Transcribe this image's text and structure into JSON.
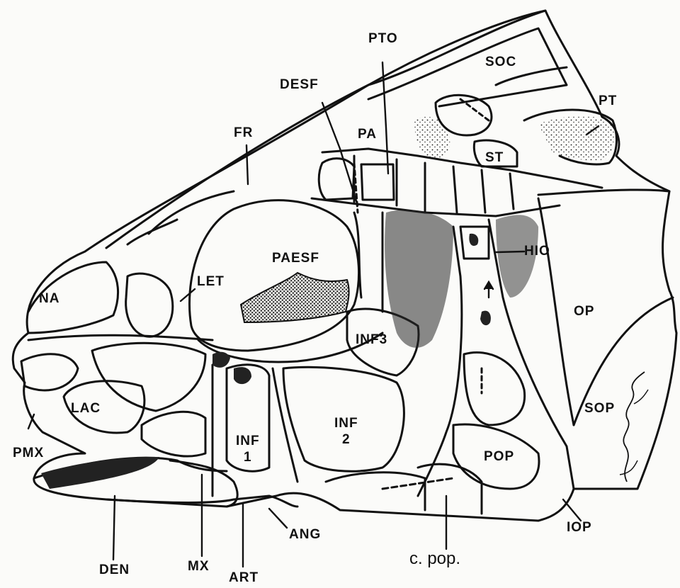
{
  "labels": {
    "soc": "SOC",
    "pto": "PTO",
    "desf": "DESF",
    "pt": "PT",
    "fr": "FR",
    "pa": "PA",
    "st": "ST",
    "hio": "HIO",
    "paesf": "PAESF",
    "let": "LET",
    "na": "NA",
    "op": "OP",
    "inf3": "INF3",
    "lac": "LAC",
    "inf1_a": "INF",
    "inf1_b": "1",
    "inf2_a": "INF",
    "inf2_b": "2",
    "sop": "SOP",
    "pmx": "PMX",
    "pop": "POP",
    "den": "DEN",
    "mx": "MX",
    "art": "ART",
    "ang": "ANG",
    "iop": "IOP",
    "cpop": "c. pop."
  },
  "colors": {
    "ink": "#111111",
    "paper": "#fbfbf9"
  }
}
